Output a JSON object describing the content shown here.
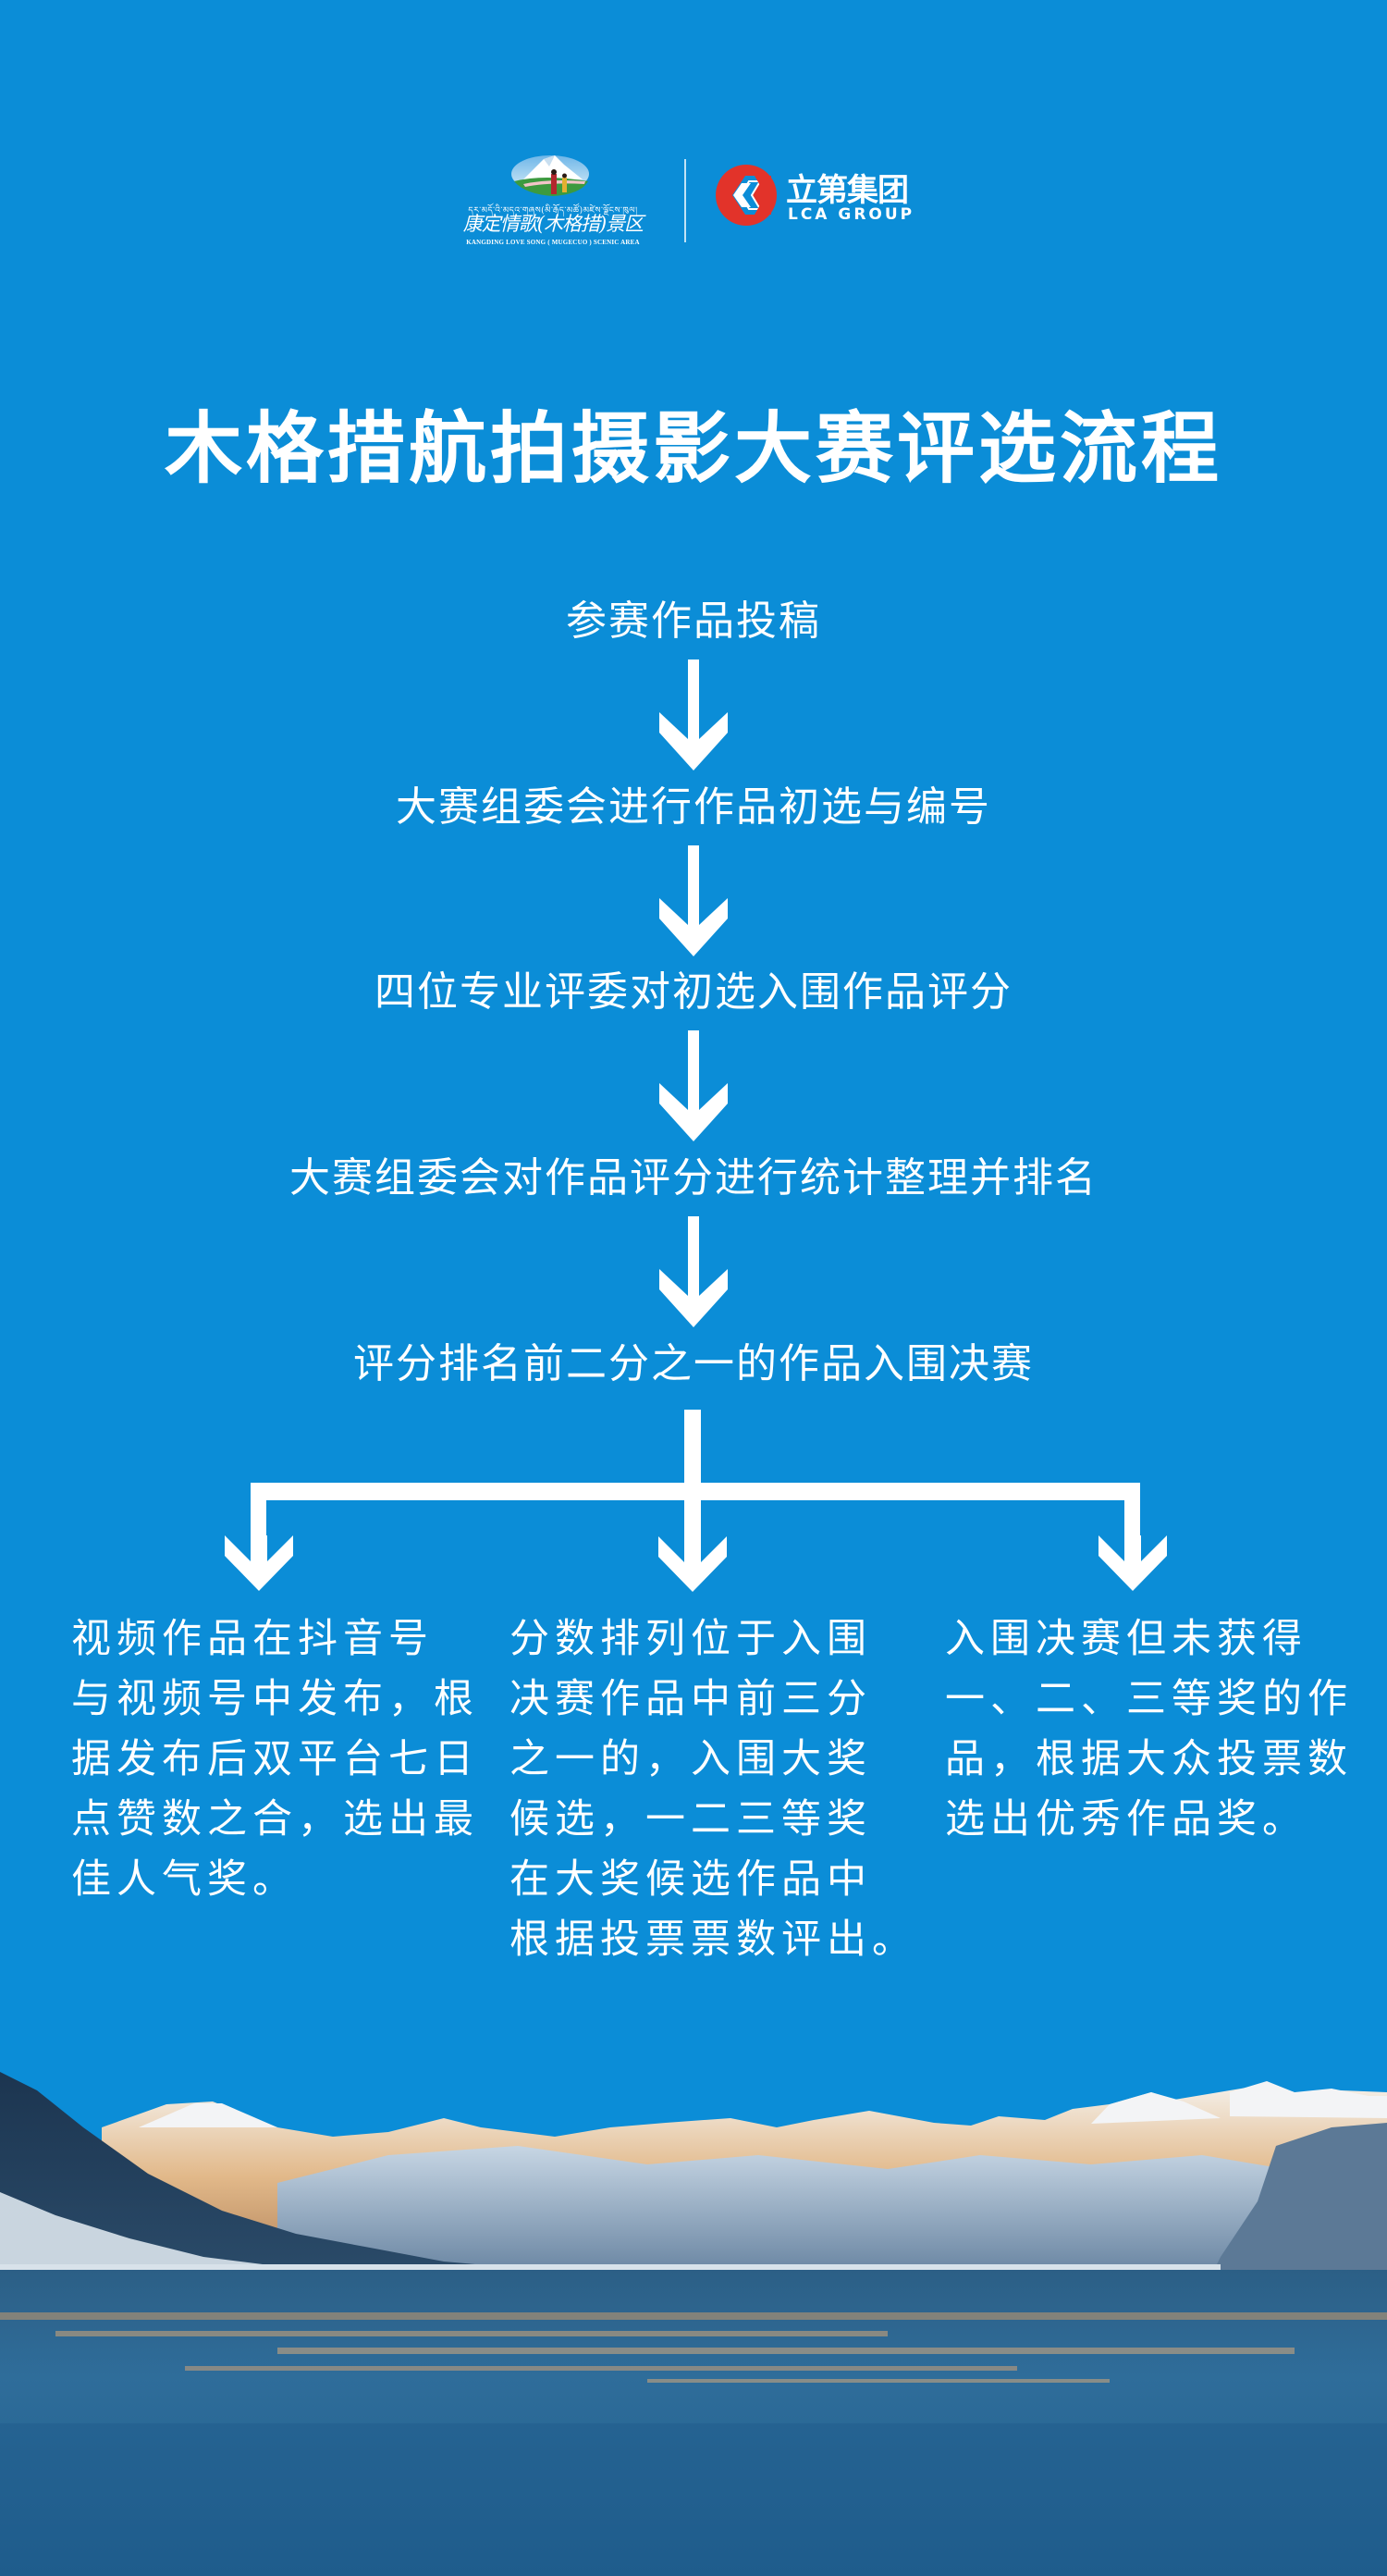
{
  "colors": {
    "background": "#0b8dd7",
    "foreground": "#ffffff",
    "lca_red": "#e2332a"
  },
  "logos": {
    "scenic_area": {
      "tibetan_text": "དར་མདོ་འི་མདའ་གཞས(མི་རྒོད་མཚོ)མཛེས་ལྗོངས་ཁུལ།",
      "chinese_name": "康定情歌(木格措)景区",
      "english_name": "KANGDING LOVE SONG ( MUGECUO ) SCENIC AREA",
      "icon": "mountain-dancers-emblem"
    },
    "lca_group": {
      "chinese_name": "立第集团",
      "english_name": "LCA GROUP",
      "icon": "lca-red-circle-mark"
    }
  },
  "title": "木格措航拍摄影大赛评选流程",
  "flow": {
    "steps": [
      "参赛作品投稿",
      "大赛组委会进行作品初选与编号",
      "四位专业评委对初选入围作品评分",
      "大赛组委会对作品评分进行统计整理并排名",
      "评分排名前二分之一的作品入围决赛"
    ],
    "arrow_icon": "down-arrow-icon",
    "branches": [
      {
        "lines": [
          "视频作品在抖音号",
          "与视频号中发布，根",
          "据发布后双平台七日",
          "点赞数之合，选出最",
          "佳人气奖。"
        ]
      },
      {
        "lines": [
          "分数排列位于入围",
          "决赛作品中前三分",
          "之一的，入围大奖",
          "候选，一二三等奖",
          "在大奖候选作品中",
          "根据投票票数评出。"
        ]
      },
      {
        "lines": [
          "入围决赛但未获得",
          "一、二、三等奖的作",
          "品，根据大众投票数",
          "选出优秀作品奖。"
        ]
      }
    ]
  },
  "landscape": {
    "description": "snowy mountains and lake at sunrise"
  }
}
